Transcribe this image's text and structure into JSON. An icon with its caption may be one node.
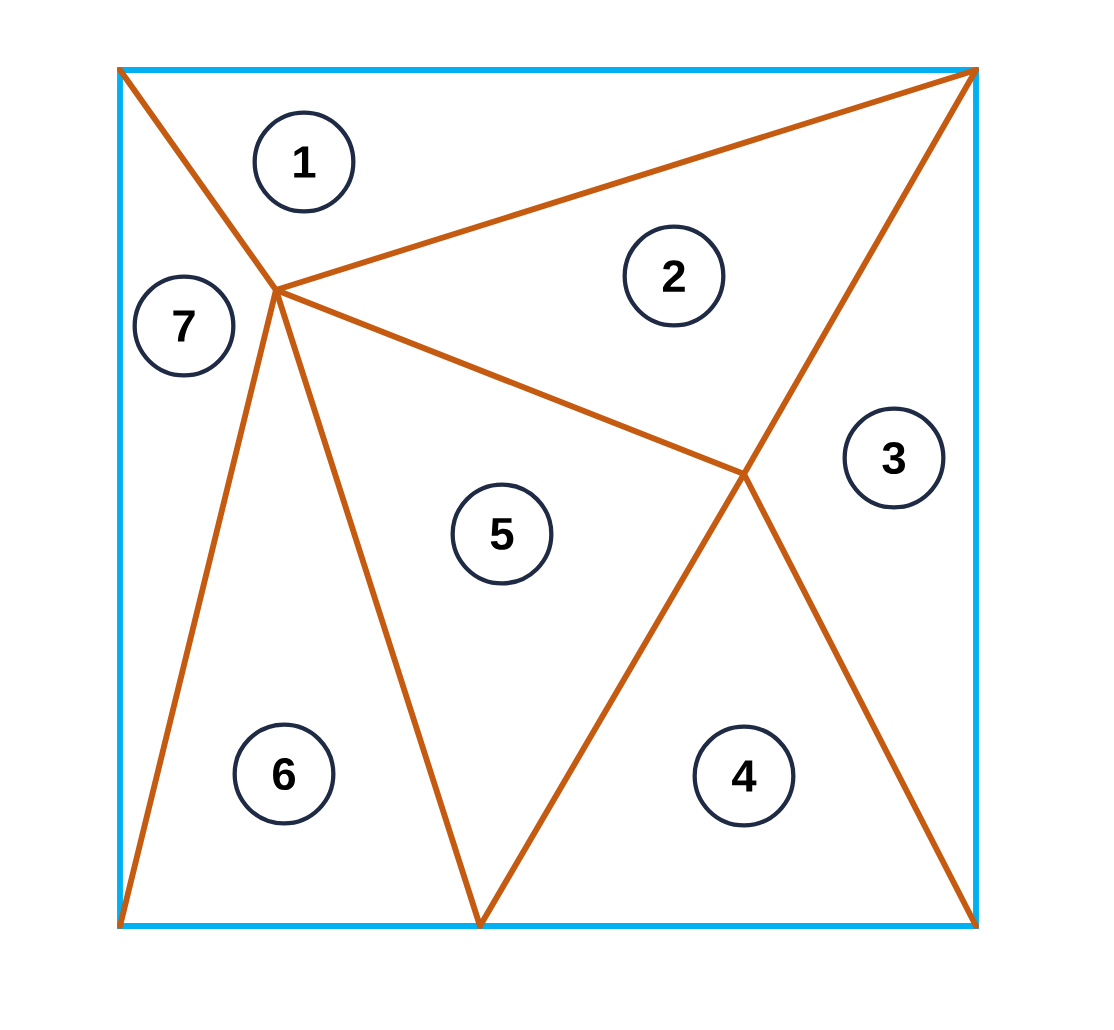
{
  "diagram": {
    "nodes": [
      {
        "text": [
          "1"
        ]
      },
      {
        "text": [
          "2"
        ]
      },
      {
        "text": [
          "7"
        ]
      },
      {
        "text": [
          "3"
        ]
      },
      {
        "text": [
          "5"
        ]
      },
      {
        "text": [
          "6"
        ]
      },
      {
        "text": [
          "4"
        ]
      }
    ]
  }
}
